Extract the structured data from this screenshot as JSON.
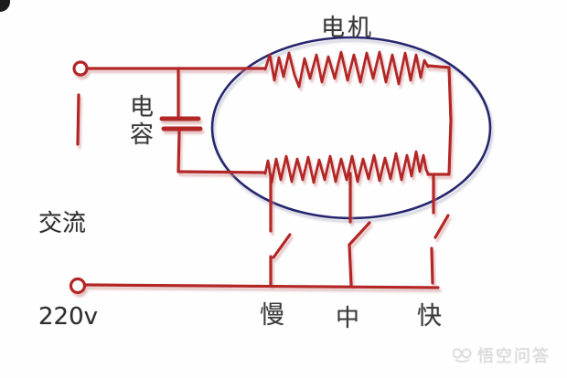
{
  "colors": {
    "bg": "#fefefe",
    "wire": "#b32525",
    "ellipse": "#28286e",
    "label": "#3b3b3b",
    "label-dark": "#2e2e2e",
    "watermark": "#d8d8d8"
  },
  "labels": {
    "motor": "电机",
    "capacitor": "电容",
    "ac_line1": "交流",
    "ac_line2": "220v",
    "slow": "慢",
    "medium": "中",
    "fast": "快"
  },
  "watermark": {
    "text": "悟空问答"
  }
}
